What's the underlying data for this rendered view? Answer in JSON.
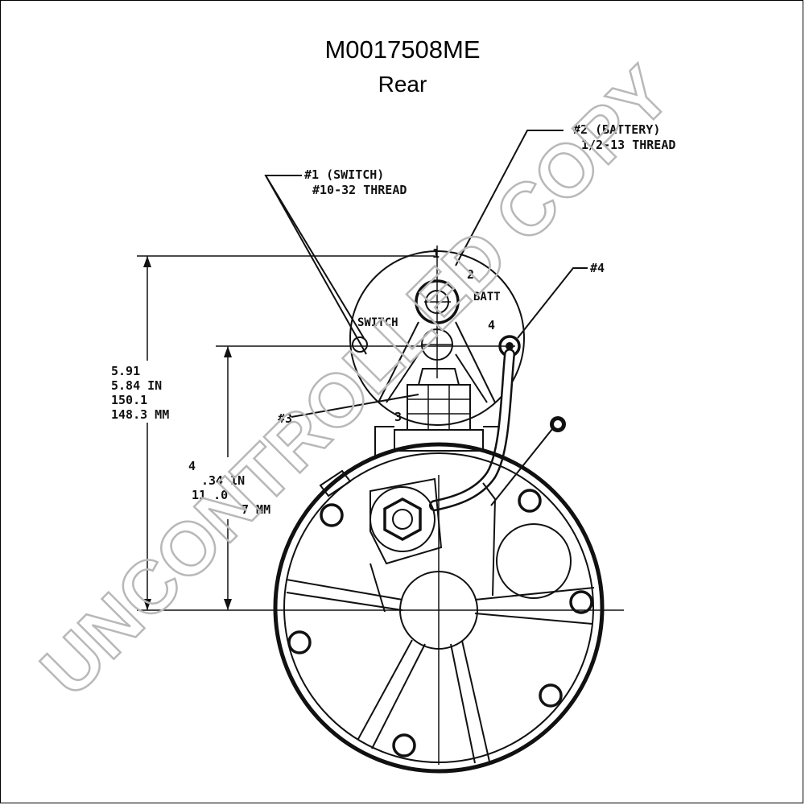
{
  "title": {
    "part_number": "M0017508ME",
    "view": "Rear"
  },
  "labels": {
    "battery_terminal": [
      "#2 (BATTERY)",
      "1/2-13 THREAD"
    ],
    "switch_terminal": [
      "#1 (SWITCH)",
      "#10-32 THREAD"
    ],
    "terminal_4": "#4",
    "callout_1": "1",
    "callout_2": "2",
    "callout_3": "3",
    "callout_4": "4",
    "batt": "BATT",
    "switch": "SWITCH",
    "terminal_3": "#3"
  },
  "dimensions": {
    "overall_height": [
      "5.91",
      "5.84 IN",
      "150.1",
      "148.3 MM"
    ],
    "center_height": [
      "4",
      ".34 IN",
      "11 .0",
      "7 MM"
    ]
  },
  "watermark": "UNCONTROLLED COPY"
}
